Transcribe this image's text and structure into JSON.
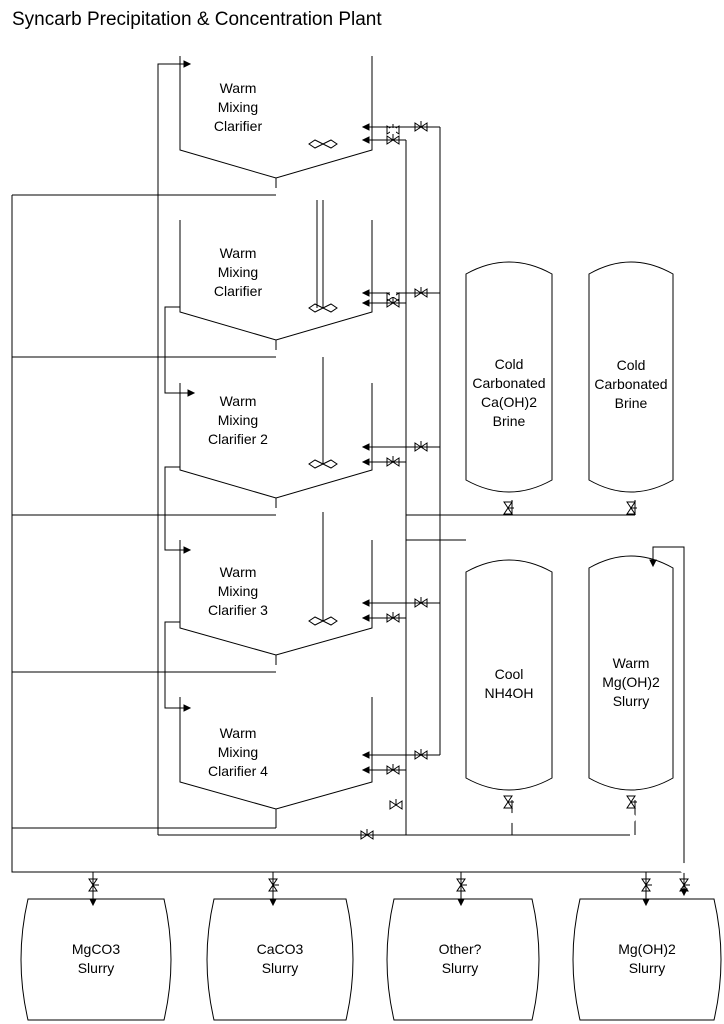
{
  "title": "Syncarb Precipitation & Concentration Plant",
  "clarifiers": [
    {
      "lines": [
        "Warm",
        "Mixing",
        "Clarifier"
      ]
    },
    {
      "lines": [
        "Warm",
        "Mixing",
        "Clarifier"
      ]
    },
    {
      "lines": [
        "Warm",
        "Mixing",
        "Clarifier 2"
      ]
    },
    {
      "lines": [
        "Warm",
        "Mixing",
        "Clarifier 3"
      ]
    },
    {
      "lines": [
        "Warm",
        "Mixing",
        "Clarifier 4"
      ]
    }
  ],
  "feed_tanks": [
    {
      "lines": [
        "Cold",
        "Carbonated",
        "Ca(OH)2",
        "Brine"
      ]
    },
    {
      "lines": [
        "Cold",
        "Carbonated",
        "Brine"
      ]
    },
    {
      "lines": [
        "Cool",
        "NH4OH"
      ]
    },
    {
      "lines": [
        "Warm",
        "Mg(OH)2",
        "Slurry"
      ]
    }
  ],
  "product_drums": [
    {
      "lines": [
        "MgCO3",
        "Slurry"
      ]
    },
    {
      "lines": [
        "CaCO3",
        "Slurry"
      ]
    },
    {
      "lines": [
        "Other?",
        "Slurry"
      ]
    },
    {
      "lines": [
        "Mg(OH)2",
        "Slurry"
      ]
    }
  ]
}
